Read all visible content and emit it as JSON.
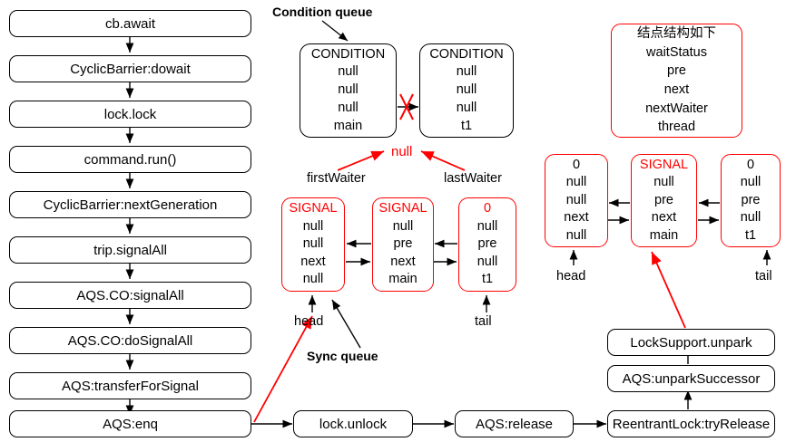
{
  "diagram": {
    "title_labels": {
      "condition_queue": "Condition queue",
      "sync_queue": "Sync queue"
    },
    "left_flow": [
      {
        "id": "cb-await",
        "label": "cb.await"
      },
      {
        "id": "cyclicbarrier-dowait",
        "label": "CyclicBarrier:dowait"
      },
      {
        "id": "lock-lock",
        "label": "lock.lock"
      },
      {
        "id": "command-run",
        "label": "command.run()"
      },
      {
        "id": "cyclicbarrier-nextgeneration",
        "label": "CyclicBarrier:nextGeneration"
      },
      {
        "id": "trip-signalall",
        "label": "trip.signalAll"
      },
      {
        "id": "aqs-co-signalall",
        "label": "AQS.CO:signalAll"
      },
      {
        "id": "aqs-co-dosignalall",
        "label": "AQS.CO:doSignalAll"
      },
      {
        "id": "aqs-transferforsignal",
        "label": "AQS:transferForSignal"
      },
      {
        "id": "aqs-enq",
        "label": "AQS:enq"
      }
    ],
    "bottom_flow": [
      {
        "id": "lock-unlock",
        "label": "lock.unlock"
      },
      {
        "id": "aqs-release",
        "label": "AQS:release"
      },
      {
        "id": "reentrantlock-tryrelease",
        "label": "ReentrantLock:tryRelease"
      }
    ],
    "right_flow": [
      {
        "id": "locksupport-unpark",
        "label": "LockSupport.unpark"
      },
      {
        "id": "aqs-unparksuccessor",
        "label": "AQS:unparkSuccessor"
      }
    ],
    "condition_queue": {
      "nodes": [
        {
          "id": "cond-main",
          "fields": [
            "CONDITION",
            "null",
            "null",
            "null",
            "main"
          ]
        },
        {
          "id": "cond-t1",
          "fields": [
            "CONDITION",
            "null",
            "null",
            "null",
            "t1"
          ]
        }
      ],
      "pointers": {
        "first_waiter": "firstWaiter",
        "last_waiter": "lastWaiter",
        "value": "null"
      },
      "cross_mark": "x-cross-icon"
    },
    "sync_queue_before": {
      "nodes": [
        {
          "id": "sync-head",
          "fields": [
            "SIGNAL",
            "null",
            "null",
            "next",
            "null"
          ],
          "status_color": "#ff0000"
        },
        {
          "id": "sync-main",
          "fields": [
            "SIGNAL",
            "null",
            "pre",
            "next",
            "main"
          ],
          "status_color": "#ff0000"
        },
        {
          "id": "sync-tail",
          "fields": [
            "0",
            "null",
            "pre",
            "null",
            "t1"
          ],
          "status_color": "#ff0000"
        }
      ],
      "head_label": "head",
      "tail_label": "tail"
    },
    "sync_queue_after": {
      "nodes": [
        {
          "id": "sync2-head",
          "fields": [
            "0",
            "null",
            "null",
            "next",
            "null"
          ],
          "status_color": "#000000"
        },
        {
          "id": "sync2-main",
          "fields": [
            "SIGNAL",
            "null",
            "pre",
            "next",
            "main"
          ],
          "status_color": "#ff0000"
        },
        {
          "id": "sync2-tail",
          "fields": [
            "0",
            "null",
            "pre",
            "null",
            "t1"
          ],
          "status_color": "#000000"
        }
      ],
      "head_label": "head",
      "tail_label": "tail"
    },
    "legend": {
      "id": "node-structure-legend",
      "title": "结点结构如下",
      "fields": [
        "waitStatus",
        "pre",
        "next",
        "nextWaiter",
        "thread"
      ]
    },
    "colors": {
      "red": "#ff0000",
      "black": "#000000",
      "background": "#ffffff"
    }
  }
}
